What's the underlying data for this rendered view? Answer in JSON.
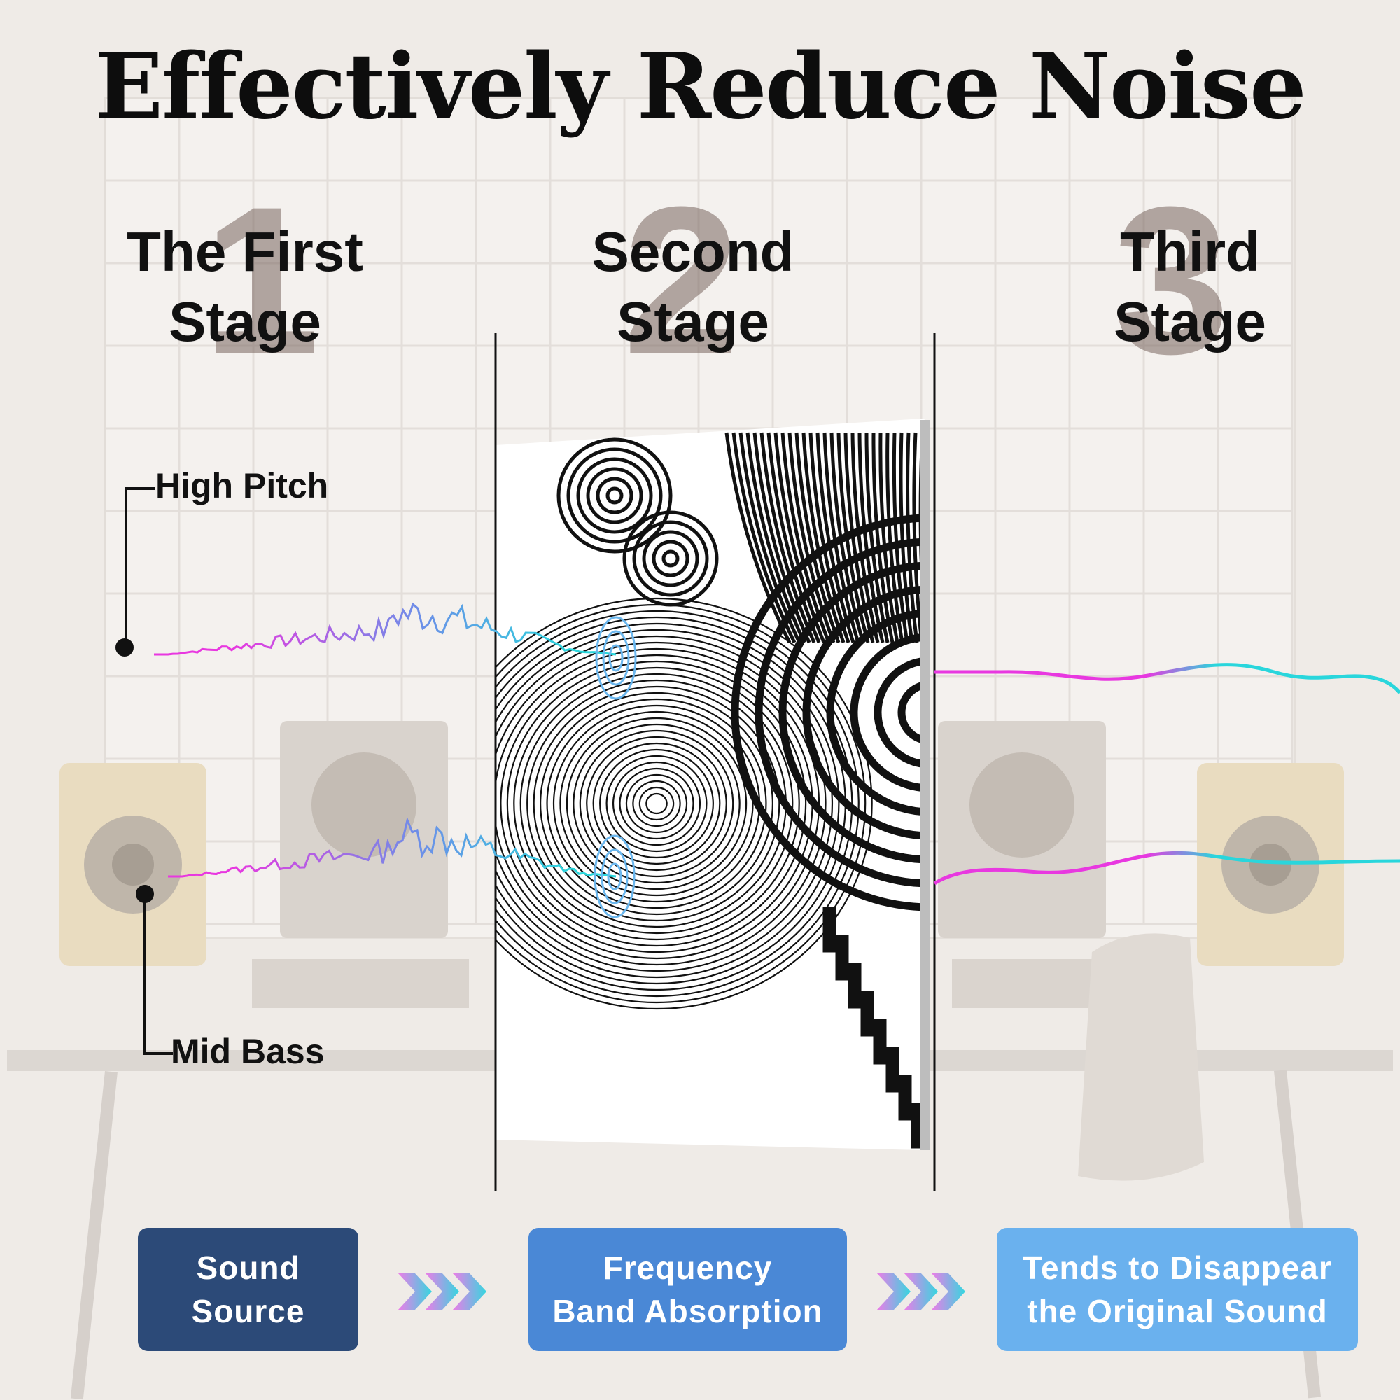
{
  "title": "Effectively Reduce Noise",
  "stages": [
    {
      "number": "1",
      "line1": "The First",
      "line2": "Stage"
    },
    {
      "number": "2",
      "line1": "Second",
      "line2": "Stage"
    },
    {
      "number": "3",
      "line1": "Third",
      "line2": "Stage"
    }
  ],
  "labels": {
    "high": "High Pitch",
    "mid": "Mid Bass"
  },
  "flow": [
    {
      "line1": "Sound",
      "line2": "Source",
      "color": "#2c4a78"
    },
    {
      "line1": "Frequency",
      "line2": "Band Absorption",
      "color": "#4a88d6"
    },
    {
      "line1": "Tends to Disappear",
      "line2": "the Original Sound",
      "color": "#6ab1ee"
    }
  ],
  "colors": {
    "wave_start": "#e838e0",
    "wave_end": "#29d6dc",
    "divider": "#111111"
  }
}
